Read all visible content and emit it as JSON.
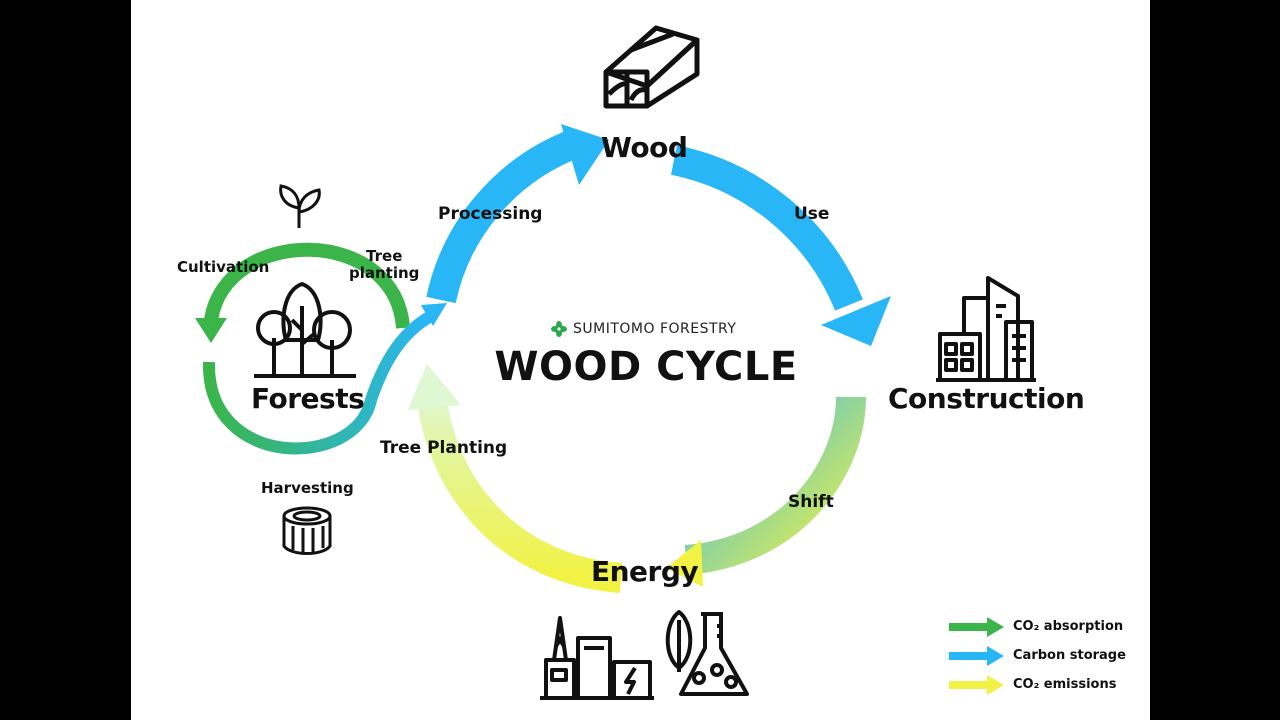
{
  "brand": {
    "name": "SUMITOMO FORESTRY"
  },
  "title": "WOOD CYCLE",
  "nodes": {
    "wood": "Wood",
    "construction": "Construction",
    "energy": "Energy",
    "forests": "Forests"
  },
  "arrows": {
    "processing": "Processing",
    "use": "Use",
    "shift": "Shift",
    "tree_planting_main": "Tree Planting",
    "cultivation": "Cultivation",
    "tree_planting_small": "Tree\nplanting",
    "harvesting": "Harvesting"
  },
  "legend": [
    {
      "label": "CO₂ absorption",
      "color": "#3bb54a"
    },
    {
      "label": "Carbon storage",
      "color": "#29b6f6"
    },
    {
      "label": "CO₂ emissions",
      "color": "#f2f244"
    }
  ],
  "colors": {
    "green": "#3bb54a",
    "blue": "#29b6f6",
    "yellow": "#f2f244",
    "pale_green": "#dff7d2"
  },
  "icons": [
    "lumber-icon",
    "sprout-icon",
    "trees-icon",
    "log-icon",
    "buildings-icon",
    "power-plant-icon",
    "bio-flask-icon",
    "brand-leaf-icon"
  ]
}
